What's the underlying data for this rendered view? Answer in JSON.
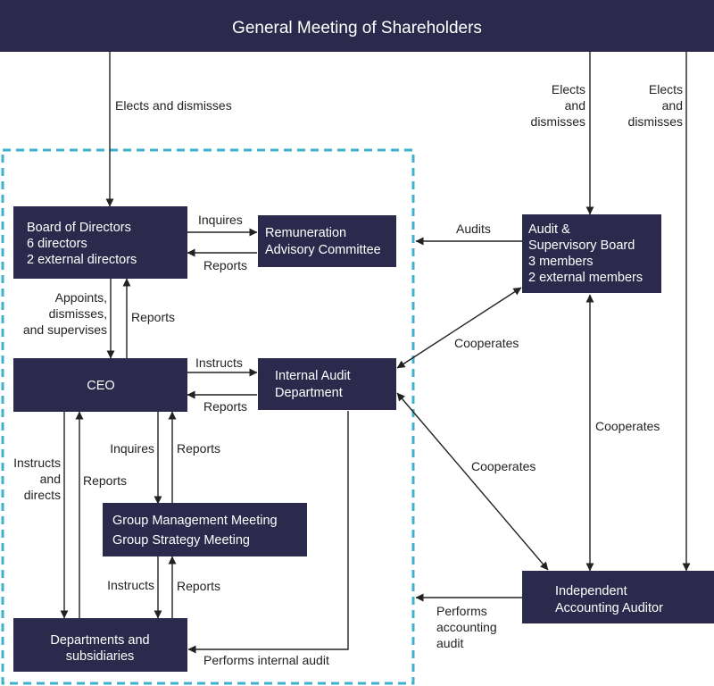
{
  "header": {
    "title": "General Meeting of Shareholders"
  },
  "boxes": {
    "board": [
      "Board of Directors",
      "6 directors",
      "2 external directors"
    ],
    "remuneration": [
      "Remuneration",
      "Advisory Committee"
    ],
    "audit_board": [
      "Audit &",
      "Supervisory Board",
      "3 members",
      "2 external members"
    ],
    "ceo": [
      "CEO"
    ],
    "internal_audit": [
      "Internal Audit",
      "Department"
    ],
    "group_meeting": [
      "Group Management Meeting",
      "Group Strategy Meeting"
    ],
    "departments": [
      "Departments  and",
      "subsidiaries"
    ],
    "auditor": [
      "Independent",
      "Accounting Auditor"
    ]
  },
  "labels": {
    "gms_board": [
      "Elects and dismisses"
    ],
    "gms_audit_board": [
      "Elects",
      "and",
      "dismisses"
    ],
    "gms_auditor": [
      "Elects",
      "and",
      "dismisses"
    ],
    "board_to_rem": [
      "Inquires"
    ],
    "rem_to_board": [
      "Reports"
    ],
    "audit_board_audits": [
      "Audits"
    ],
    "board_to_ceo": [
      "Appoints,",
      "dismisses,",
      "and supervises"
    ],
    "ceo_to_board": [
      "Reports"
    ],
    "ceo_to_ia": [
      "Instructs"
    ],
    "ia_to_ceo": [
      "Reports"
    ],
    "ia_audit_board": [
      "Cooperates"
    ],
    "ab_auditor": [
      "Cooperates"
    ],
    "ia_auditor": [
      "Cooperates"
    ],
    "ceo_to_dept": [
      "Instructs",
      "and",
      "directs"
    ],
    "dept_to_ceo": [
      "Reports"
    ],
    "ceo_to_group": [
      "Inquires"
    ],
    "group_to_ceo": [
      "Reports"
    ],
    "group_to_dept": [
      "Instructs"
    ],
    "dept_to_group": [
      "Reports"
    ],
    "ia_to_dept": [
      "Performs internal audit"
    ],
    "auditor_performs": [
      "Performs",
      "accounting",
      "audit"
    ]
  },
  "colors": {
    "box": "#2b2a4c",
    "box_text": "#ffffff",
    "dashed_border": "#3fb1cf",
    "line": "#222222"
  }
}
